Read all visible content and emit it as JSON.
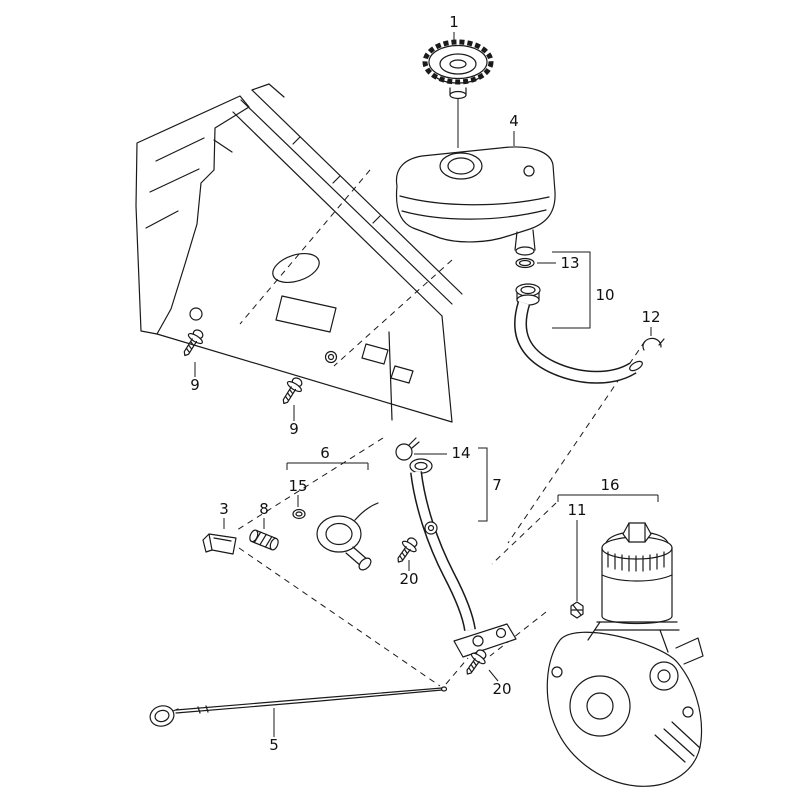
{
  "page": {
    "background": "#ffffff",
    "line_color": "#1a1a1a",
    "kind": "exploded-parts-diagram"
  },
  "diagram": {
    "description": "oil container / reservoir with hoses and pump parts diagram",
    "labels": [
      "1",
      "4",
      "13",
      "10",
      "12",
      "9",
      "9",
      "6",
      "14",
      "7",
      "15",
      "3",
      "8",
      "16",
      "11",
      "20",
      "20",
      "5"
    ]
  }
}
